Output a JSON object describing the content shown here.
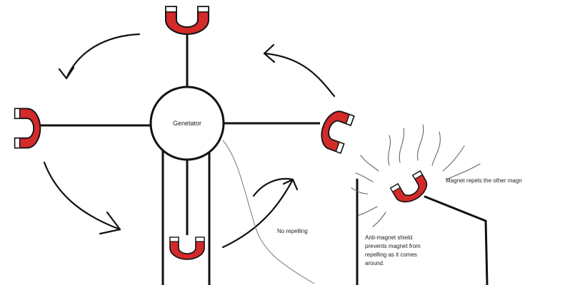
{
  "diagram": {
    "hub_label": "Genetator",
    "labels": {
      "repel": "Magnet repels the other magn",
      "no_repel": "No repelling",
      "shield_lines": [
        "Anti-magnet shield",
        "prevents magnet from",
        "repelling as it comes",
        "around."
      ]
    },
    "colors": {
      "magnet": "#d32a2a",
      "magnet_tip": "#ffffff",
      "ink": "#111111",
      "pencil": "#777777"
    },
    "icons": [
      "horseshoe-magnet-icon",
      "curved-arrow-icon"
    ]
  }
}
